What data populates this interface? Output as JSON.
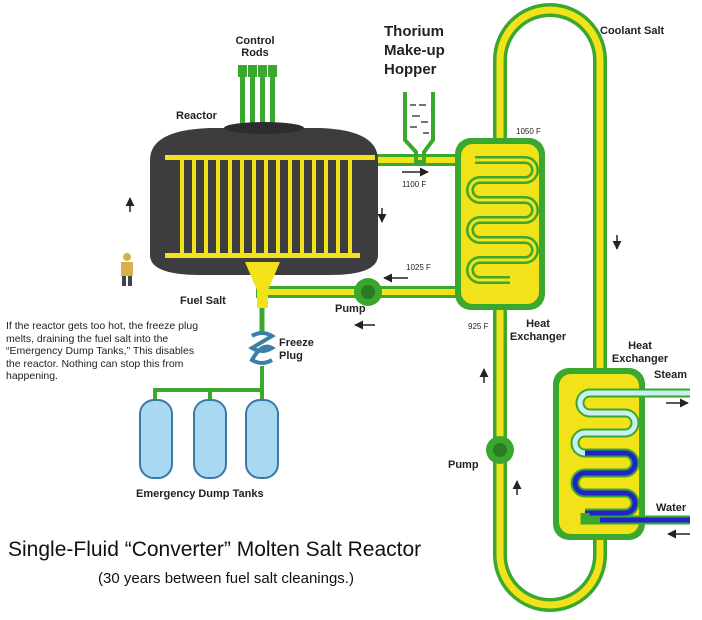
{
  "labels": {
    "control_rods": [
      "Control",
      "Rods"
    ],
    "reactor": "Reactor",
    "fuel_salt": "Fuel Salt",
    "pump_upper": "Pump",
    "pump_lower": "Pump",
    "freeze_plug": [
      "Freeze",
      "Plug"
    ],
    "emergency_dump_tanks": "Emergency Dump Tanks",
    "thorium_hopper": [
      "Thorium",
      "Make-up",
      "Hopper"
    ],
    "coolant_salt": "Coolant Salt",
    "heat_exchanger_primary": [
      "Heat",
      "Exchanger"
    ],
    "heat_exchanger_secondary": [
      "Heat",
      "Exchanger"
    ],
    "steam": "Steam",
    "water": "Water",
    "temp_1100": "1100 F",
    "temp_1050": "1050 F",
    "temp_1025": "1025 F",
    "temp_925": "925 F"
  },
  "note": [
    "If the reactor gets too hot, the freeze plug",
    "melts, draining the fuel salt into the",
    "“Emergency Dump Tanks,” This disables",
    "the reactor.  Nothing can stop this from",
    "happening."
  ],
  "title": "Single-Fluid “Converter” Molten Salt Reactor",
  "subtitle": "(30 years between fuel salt cleanings.)",
  "colors": {
    "reactor_body": "#3d3d3f",
    "fuel_salt": "#f2e21a",
    "coolant_salt": "#f2e21a",
    "pipe_wall": "#3aa82e",
    "tank": "#a9d8f2",
    "water": "#2222cc",
    "steam": "#c8f0f0",
    "freeze_plug": "#3b7fa8"
  }
}
